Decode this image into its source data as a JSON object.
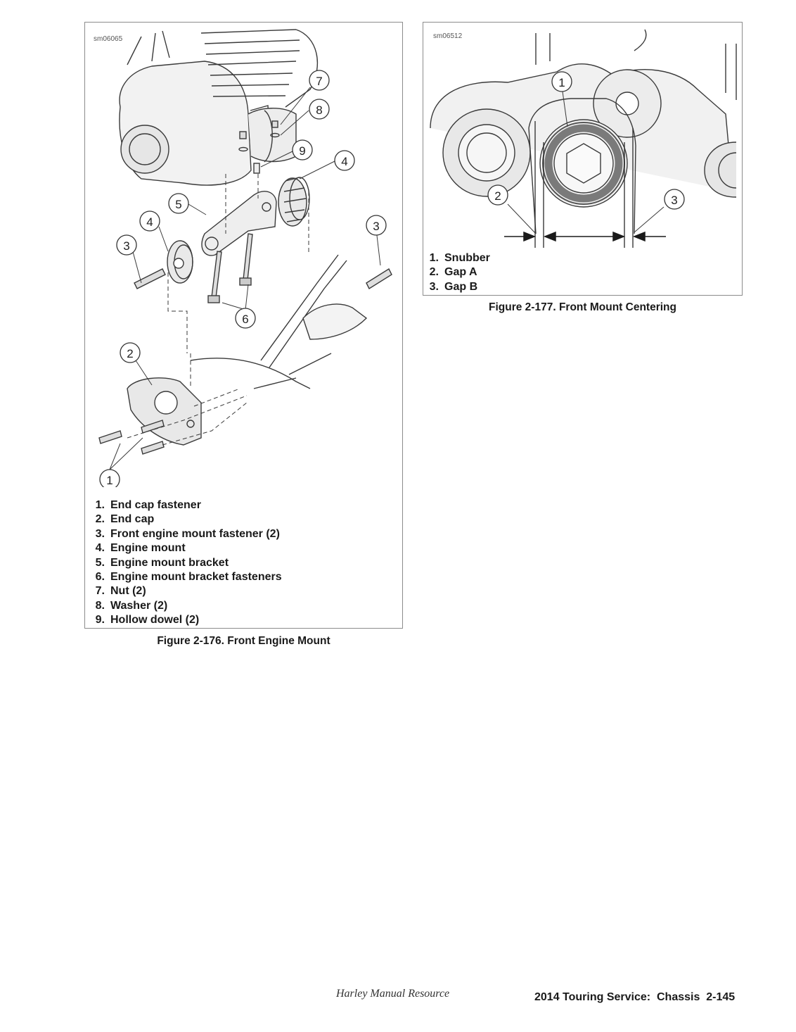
{
  "figure_176": {
    "image_id": "sm06065",
    "callouts": [
      "1",
      "2",
      "3",
      "4",
      "5",
      "6",
      "7",
      "8",
      "9"
    ],
    "legend": [
      {
        "num": "1.",
        "text": "End cap fastener"
      },
      {
        "num": "2.",
        "text": "End cap"
      },
      {
        "num": "3.",
        "text": "Front engine mount fastener (2)"
      },
      {
        "num": "4.",
        "text": "Engine mount"
      },
      {
        "num": "5.",
        "text": "Engine mount bracket"
      },
      {
        "num": "6.",
        "text": "Engine mount bracket fasteners"
      },
      {
        "num": "7.",
        "text": "Nut (2)"
      },
      {
        "num": "8.",
        "text": "Washer (2)"
      },
      {
        "num": "9.",
        "text": "Hollow dowel (2)"
      }
    ],
    "caption": "Figure 2-176. Front Engine Mount"
  },
  "figure_177": {
    "image_id": "sm06512",
    "callouts": [
      "1",
      "2",
      "3"
    ],
    "legend": [
      {
        "num": "1.",
        "text": "Snubber"
      },
      {
        "num": "2.",
        "text": "Gap A"
      },
      {
        "num": "3.",
        "text": "Gap B"
      }
    ],
    "caption": "Figure 2-177. Front Mount Centering"
  },
  "footer": {
    "brand": "Harley Manual Resource",
    "page": "2014 Touring Service:  Chassis  2-145"
  }
}
